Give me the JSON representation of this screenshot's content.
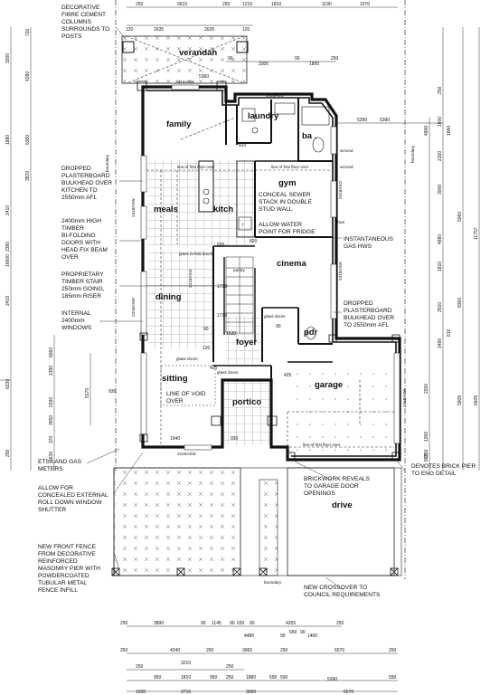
{
  "rooms": {
    "verandah": "verandah",
    "family": "family",
    "laundry": "laundry",
    "gym": "gym",
    "bath": "ba .",
    "meals": "meals",
    "kitch": "kitch",
    "cinema": "cinema",
    "dining": "dining",
    "foyer": "foyer",
    "pdr": "pdr",
    "sitting": "sitting",
    "portico": "portico",
    "garage": "garage",
    "drive": "drive",
    "boundary_left": "boundary",
    "boundary_right": "boundary",
    "boundary_bottom": "boundary"
  },
  "notes_left": {
    "columns": [
      "DECORATIVE",
      "FIBRE CEMENT",
      "COLUMNS",
      "SURROUNDS TO",
      "POSTS"
    ],
    "bulkhead": [
      "DROPPED",
      "PLASTERBOARD",
      "BULKHEAD OVER",
      "KITCHEN TO",
      "2550mm AFL"
    ],
    "doors": [
      "2400mm HIGH",
      "TIMBER",
      "BI-FOLDING",
      "DOORS WITH",
      "HEAD FIX BEAM",
      "OVER"
    ],
    "stair": [
      "PROPRIETARY",
      "TIMBER STAIR",
      "250mm GOING,",
      "185mm RISER"
    ],
    "windows": [
      "INTERNAL",
      "2400mm",
      "WINDOWS"
    ],
    "etsa": [
      "ETSA AND GAS",
      "METERS"
    ],
    "shutter": [
      "ALLOW FOR",
      "CONCEALED EXTERNAL",
      "ROLL DOWN WINDOW",
      "SHUTTER"
    ],
    "fence": [
      "NEW FRONT FENCE",
      "FROM DECORATIVE",
      "REINFORCED",
      "MASONRY PIER WITH",
      "POWDERCOATED",
      "TUBULAR METAL",
      "FENCE INFILL"
    ]
  },
  "notes_right": {
    "gas": [
      "INSTANTANEOUS",
      "GAS HWS"
    ],
    "bulkhead2": [
      "DROPPED",
      "PLASTERBOARD",
      "BULKHEAD OVER",
      "TO 2550mm AFL"
    ],
    "reveals": [
      "BRICKWORK REVEALS",
      "TO GARAGE DOOR",
      "OPENINGS"
    ],
    "pier": [
      "DENOTES BRICK PIER",
      "TO ENG DETAIL"
    ],
    "crossover": [
      "NEW CROSSOVER TO",
      "COUNCIL REQUIREMENTS"
    ]
  },
  "notes_center": {
    "sewer": [
      "CONCEAL SEWER",
      "STACK IN DOUBLE",
      "STUD WALL"
    ],
    "water": [
      "ALLOW WATER",
      "POINT FOR FRIDGE"
    ],
    "void": [
      "LINE OF VOID",
      "OVER"
    ]
  },
  "small_labels": {
    "glass_bifold": "glass bi-fold doors",
    "glass_doors": "glass doors",
    "glass_doors2": "glass doors",
    "glass_doors3": "glass doors",
    "first_floor_over": "line of first floor over",
    "first_floor_over2": "line of first floor over",
    "first_floor_over3": "line of first floor over",
    "ensuite": "w/cond",
    "ensuite2": "w/cond",
    "hws": "hws",
    "pantry": "pantry",
    "fridge": "f",
    "sasw_labels": [
      "2418ASW",
      "2416ASO",
      "2418ASO",
      "2418ASW",
      "2418ASW",
      "2418ASW",
      "2418ASW",
      "2418ASW",
      "2218ASW"
    ]
  },
  "dims_top": [
    "250",
    "3610",
    "250",
    "1210",
    "1810",
    "1190",
    "1070"
  ],
  "dims_top2": [
    "120",
    "2635",
    "2635",
    "120"
  ],
  "dims_verandah": [
    "90",
    "3300",
    "90",
    "1800",
    "250"
  ],
  "dims_left_outer": [
    "3300",
    "1880",
    "2410",
    "2380",
    "2410",
    "6230",
    "16600",
    "250"
  ],
  "dims_left_inner": [
    "720",
    "4280",
    "5360",
    "3870",
    "8060",
    "2190",
    "2290",
    "3550",
    "370",
    "5170",
    "1630"
  ],
  "dims_right_outer": [
    "5390",
    "4900",
    "5060",
    "8360",
    "11757",
    "5905",
    "6605",
    "2200",
    "250"
  ],
  "dims_right_inner": [
    "250",
    "1600",
    "1860",
    "2150",
    "3000",
    "4880",
    "1810",
    "2510",
    "3490",
    "610",
    "1260",
    "885"
  ],
  "dims_bottom": [
    [
      "250",
      "3890",
      "90",
      "1145",
      "90",
      "630",
      "90",
      "4255",
      "250"
    ],
    [
      "4480",
      "90",
      "650",
      "90",
      "1400"
    ],
    [
      "250",
      "4240",
      "250",
      "3060",
      "250",
      "6070",
      "250"
    ],
    [
      "250",
      "3210",
      "250"
    ],
    [
      "950",
      "1810",
      "950",
      "250",
      "1880",
      "590",
      "590",
      "5390",
      "590"
    ],
    [
      "1030",
      "3710",
      "3060",
      "6570"
    ]
  ],
  "dims_misc": [
    "5360",
    "5390",
    "820",
    "820",
    "1710",
    "1710",
    "1530",
    "90",
    "90",
    "425",
    "425",
    "930",
    "1940",
    "930",
    "120",
    "520"
  ]
}
